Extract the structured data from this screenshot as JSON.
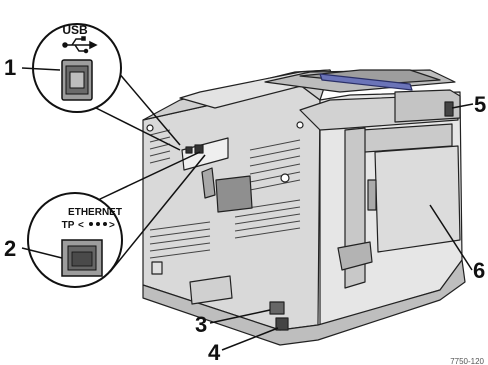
{
  "callouts": {
    "c1": "1",
    "c2": "2",
    "c3": "3",
    "c4": "4",
    "c5": "5",
    "c6": "6"
  },
  "usb_inset": {
    "label": "USB",
    "icon": "usb-trident-icon"
  },
  "ethernet_inset": {
    "label_line1": "ETHERNET",
    "label_line2": "TP",
    "icon": "ethernet-dots-icon"
  },
  "figure_id": "7750-120"
}
